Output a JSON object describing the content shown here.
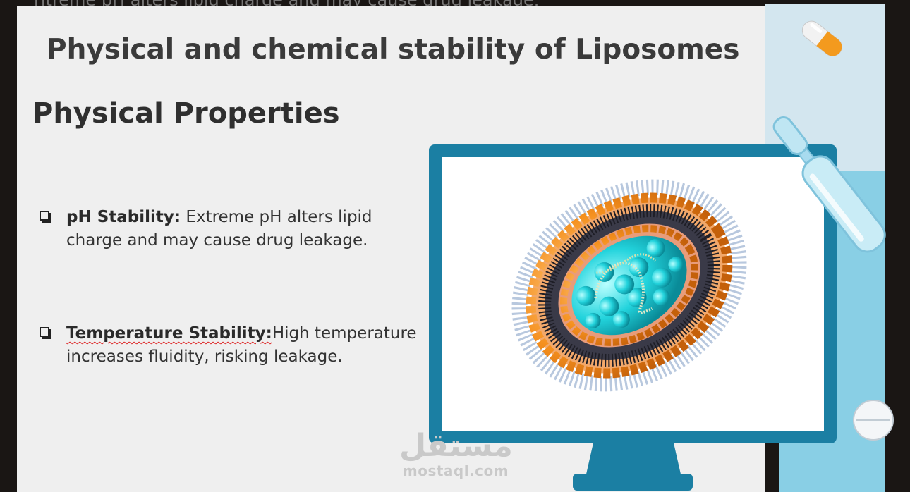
{
  "ghost_text": "ritreme pH alters lipid charge and may cause drug leakage.",
  "slide": {
    "title": "Physical and chemical stability of Liposomes",
    "subtitle": "Physical Properties",
    "bullets": [
      {
        "label": "pH Stability:",
        "text": " Extreme pH alters lipid charge and may cause drug leakage."
      },
      {
        "label": "Temperature Stability:",
        "text": "High temperature increases fluidity, risking leakage."
      }
    ]
  },
  "watermark": {
    "arabic": "مستقل",
    "latin": "mostaql.com"
  },
  "colors": {
    "monitor": "#1b7fa3",
    "panel_light": "#d3e6ef",
    "panel_blue": "#89cfe5",
    "slide_bg": "#efefef"
  },
  "icons": [
    "capsule-icon",
    "ampoule-icon",
    "tablet-icon",
    "liposome-illustration"
  ]
}
